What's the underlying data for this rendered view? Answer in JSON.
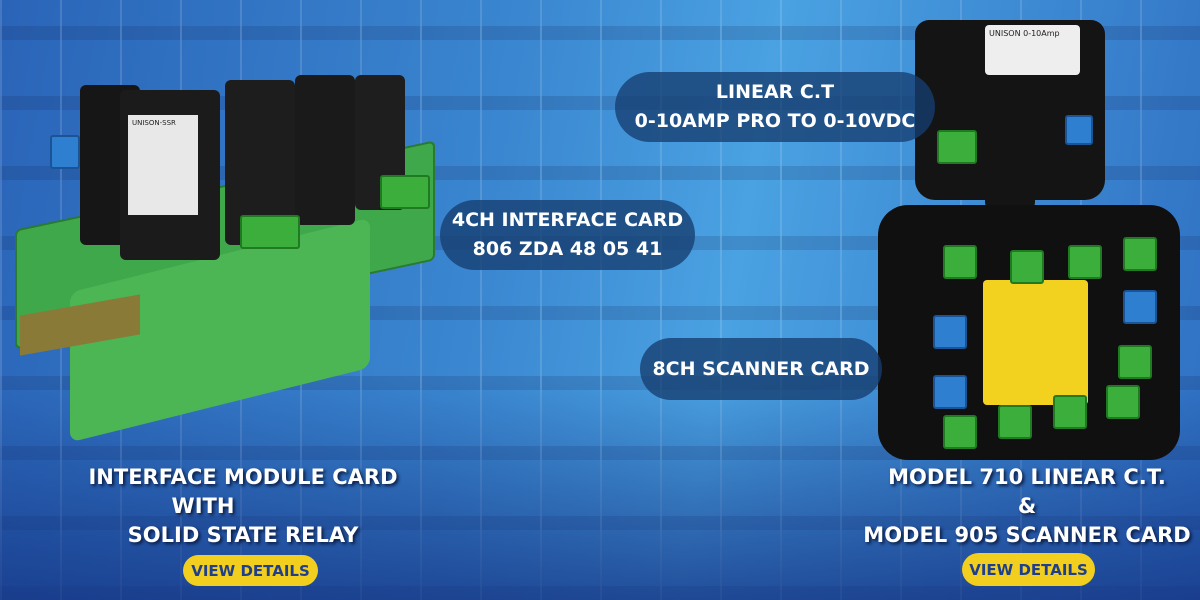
{
  "labels": {
    "linear_ct": [
      "LINEAR C.T",
      "0-10AMP PRO TO 0-10VDC"
    ],
    "interface_card": [
      "4CH INTERFACE CARD",
      "806 ZDA 48 05 41"
    ],
    "scanner_card": "8CH SCANNER CARD"
  },
  "left_product": {
    "lines": [
      "INTERFACE MODULE CARD",
      "WITH",
      "SOLID STATE RELAY"
    ],
    "button": "VIEW DETAILS"
  },
  "right_product": {
    "lines": [
      "MODEL 710 LINEAR C.T.",
      "&",
      "MODEL 905 SCANNER CARD"
    ],
    "button": "VIEW DETAILS"
  },
  "colors": {
    "button_bg": "#f2cf1e",
    "button_text": "#1f3f8c",
    "pill_bg": "#163e70"
  }
}
